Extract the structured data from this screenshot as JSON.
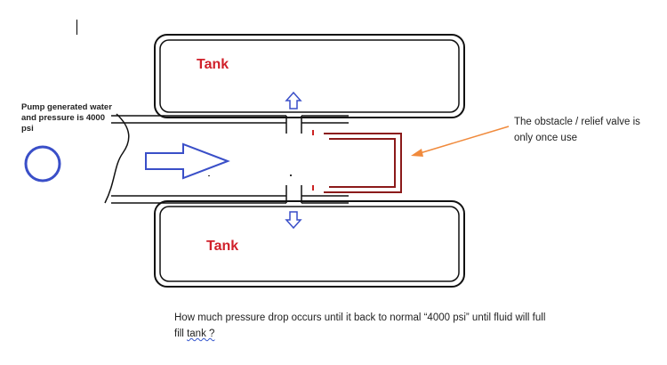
{
  "labels": {
    "pump": "Pump generated water  and pressure is 4000 psi",
    "tank_top": "Tank",
    "tank_bottom": "Tank",
    "obstacle": "The obstacle / relief valve is only once use",
    "question_main": "How much pressure drop occurs until it back to normal “4000 psi” until fluid will full fill",
    "question_tail": "tank ?"
  },
  "colors": {
    "outline": "#111111",
    "tank_label": "#d0202a",
    "flow_arrow": "#3a4fc8",
    "obstacle_path": "#8b1a1a",
    "pointer_arrow": "#f08a3c"
  }
}
